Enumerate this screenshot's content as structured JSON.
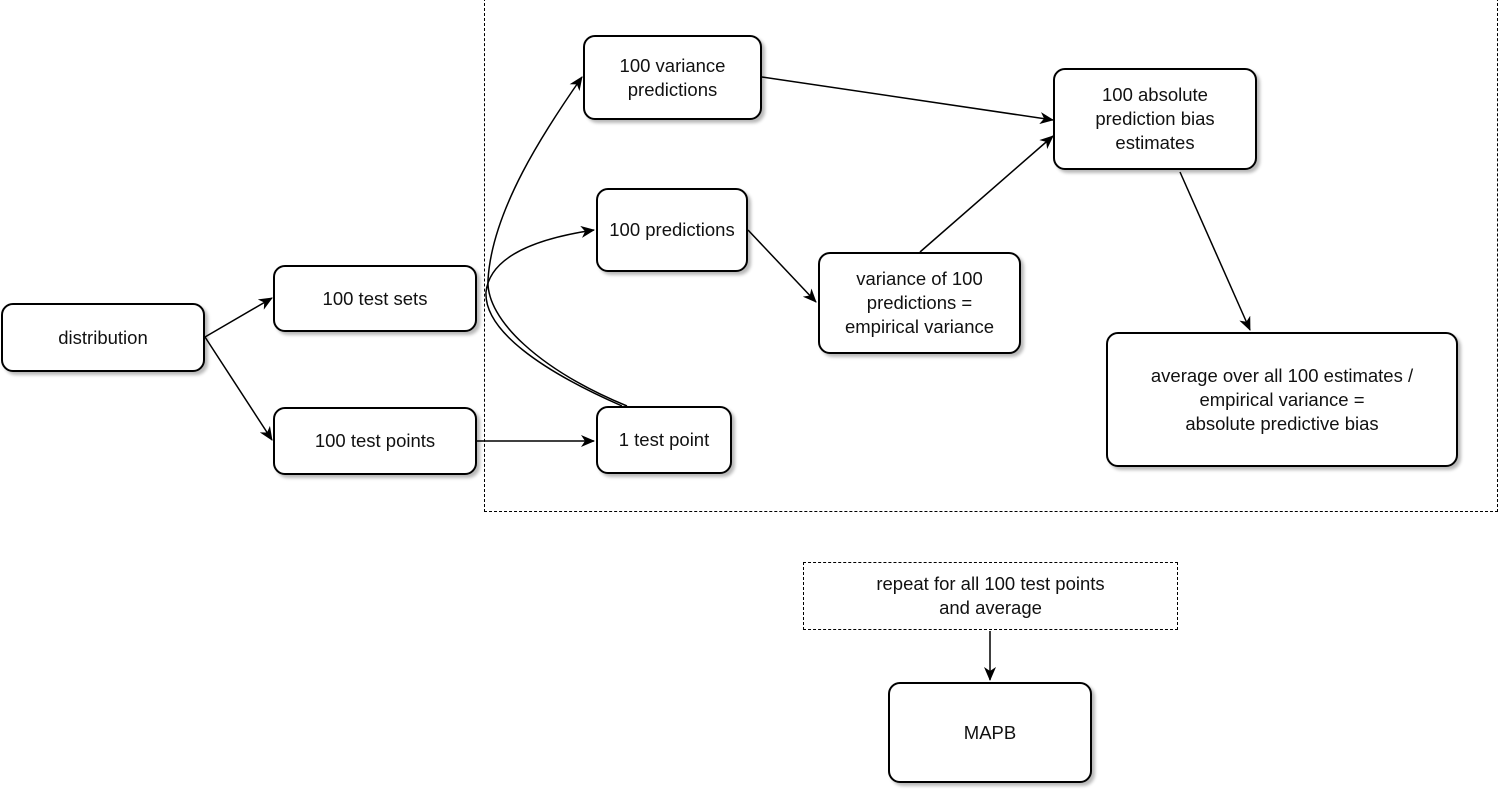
{
  "colors": {
    "stroke": "#000000",
    "text": "#111111",
    "background": "#ffffff"
  },
  "nodes": {
    "distribution": "distribution",
    "test_sets": "100 test sets",
    "test_points": "100 test points",
    "one_test_point": "1 test point",
    "variance_predictions": "100 variance\npredictions",
    "predictions": "100 predictions",
    "variance_of_predictions": "variance of 100\npredictions =\nempirical variance",
    "bias_estimates": "100 absolute\nprediction bias\nestimates",
    "average": "average over all 100 estimates  /\nempirical variance =\nabsolute predictive bias",
    "repeat": "repeat for all 100 test points\nand average",
    "mapb": "MAPB"
  },
  "edges": [
    {
      "from": "distribution",
      "to": "test_sets"
    },
    {
      "from": "distribution",
      "to": "test_points"
    },
    {
      "from": "test_points",
      "to": "one_test_point"
    },
    {
      "from": "one_test_point",
      "to": "variance_predictions"
    },
    {
      "from": "one_test_point",
      "to": "predictions"
    },
    {
      "from": "predictions",
      "to": "variance_of_predictions"
    },
    {
      "from": "variance_predictions",
      "to": "bias_estimates"
    },
    {
      "from": "variance_of_predictions",
      "to": "bias_estimates"
    },
    {
      "from": "bias_estimates",
      "to": "average"
    },
    {
      "from": "repeat",
      "to": "mapb"
    }
  ]
}
